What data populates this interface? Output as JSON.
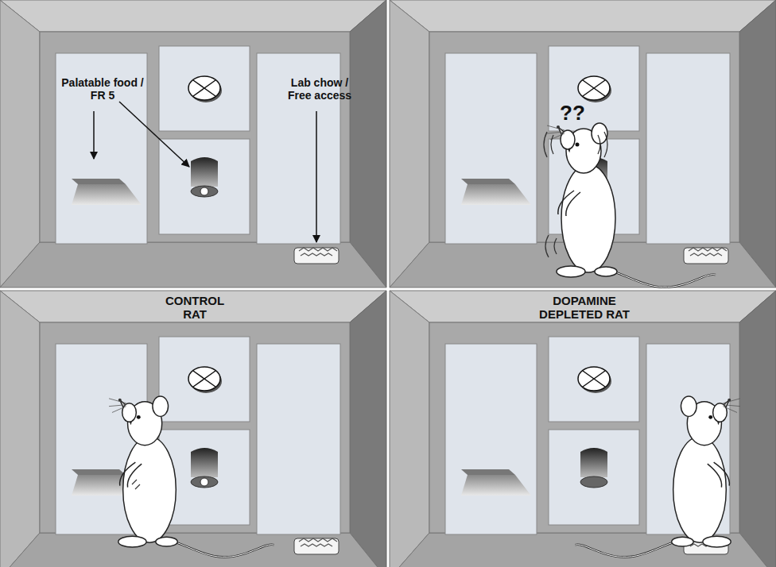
{
  "diagram": {
    "labels": [
      "Palatable food / FR 5",
      "Lab chow / Free access",
      "??",
      "CONTROL RAT",
      "DOPAMINE DEPLETED RAT"
    ]
  }
}
